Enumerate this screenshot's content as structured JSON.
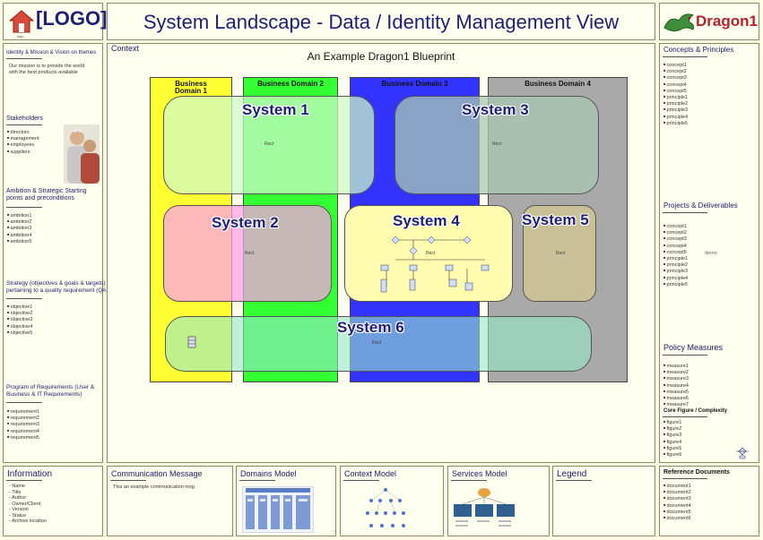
{
  "header": {
    "logo_text": "[LOGO]",
    "logo_caption": "logo",
    "title": "System Landscape - Data / Identity Management View",
    "brand": "Dragon1"
  },
  "context": {
    "label": "Context",
    "blueprint_title": "An Example Dragon1 Blueprint"
  },
  "left": {
    "mission_title": "Identity & Mission & Vision on themes",
    "mission_text": "Our mission is to provide the world with the best products available",
    "stakeholders_title": "Stakeholders",
    "stakeholders": [
      "directors",
      "management",
      "employees",
      "suppliers"
    ],
    "ambition_title": "Ambition & Strategic Starting points and preconditions",
    "ambitions": [
      "ambition1",
      "ambition2",
      "ambition3",
      "ambition4",
      "ambition5"
    ],
    "strategy_title": "Strategy (objectives & goals & targets) pertaining to a quality requirement (QA)",
    "objectives": [
      "objective1",
      "objective2",
      "objective3",
      "objective4",
      "objective5"
    ],
    "program_title": "Program of Requirements (User & Business & IT Requirements)",
    "requirements": [
      "requirement1",
      "requirement2",
      "requirement3",
      "requirement4",
      "requirement5"
    ]
  },
  "right": {
    "concepts_title": "Concepts & Principles",
    "concepts": [
      "concept1",
      "concept2",
      "concept3",
      "concept4",
      "concept5"
    ],
    "principles": [
      "principle1",
      "principle2",
      "principle3",
      "principle4",
      "principle5"
    ],
    "projects_title": "Projects & Deliverables",
    "projects_concepts": [
      "concept1",
      "concept2",
      "concept3",
      "concept4",
      "concept5"
    ],
    "projects_principles": [
      "principle1",
      "principle2",
      "principle3",
      "principle4",
      "principle5"
    ],
    "demo": "demo",
    "policy_title": "Policy Measures",
    "measures": [
      "measure1",
      "measure2",
      "measure3",
      "measure4",
      "measure5",
      "measure6",
      "measure7"
    ],
    "core_title": "Core Figure / Complexity",
    "figures": [
      "figure1",
      "figure2",
      "figure3",
      "figure4",
      "figure5",
      "figure6"
    ]
  },
  "domains": [
    {
      "label": "Business Domain 1",
      "color": "#ffff33"
    },
    {
      "label": "Business Domain 2",
      "color": "#33ff33"
    },
    {
      "label": "Business Domain 3",
      "color": "#3333ff"
    },
    {
      "label": "Business Domain 4",
      "color": "#a9a9a9"
    }
  ],
  "systems": [
    {
      "label": "System 1",
      "rect": "Rect"
    },
    {
      "label": "System 2",
      "rect": "Rect"
    },
    {
      "label": "System 3",
      "rect": "Rect"
    },
    {
      "label": "System 4",
      "rect": "Rect"
    },
    {
      "label": "System 5",
      "rect": "Rect"
    },
    {
      "label": "System 6",
      "rect": "Rect"
    }
  ],
  "footer": {
    "info_title": "Information",
    "info_items": [
      "Name",
      "Title",
      "Author",
      "Owner/Client",
      "Version",
      "Status",
      "Archive location"
    ],
    "comm_title": "Communication Message",
    "comm_text": "This an example communication msg",
    "domains_model_title": "Domains Model",
    "context_model_title": "Context Model",
    "services_model_title": "Services Model",
    "legend_title": "Legend",
    "refdocs_title": "Reference Documents",
    "documents": [
      "document1",
      "document2",
      "document3",
      "document4",
      "document5",
      "document6"
    ]
  }
}
